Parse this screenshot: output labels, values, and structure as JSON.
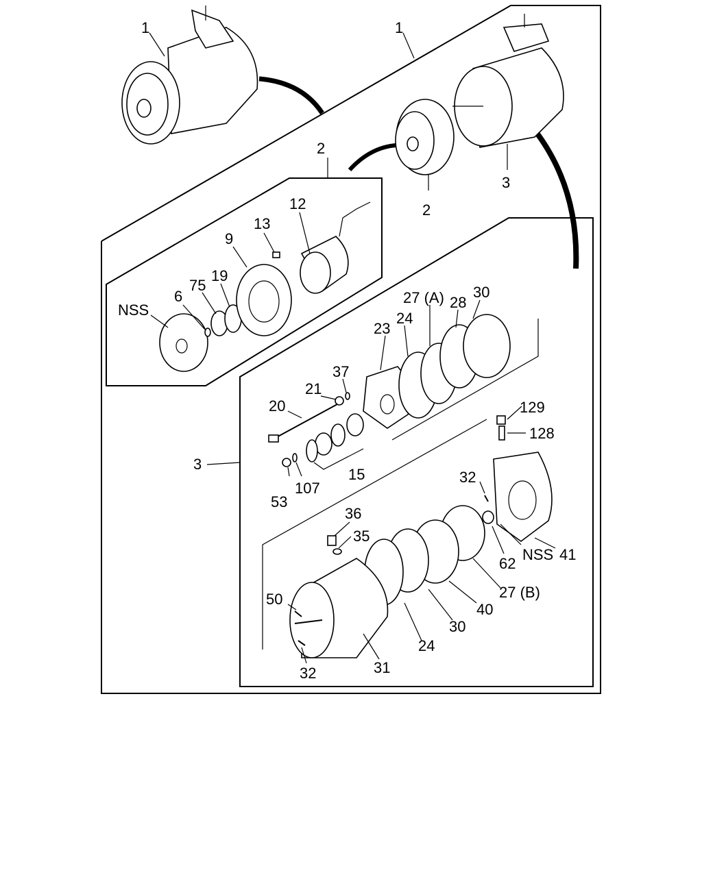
{
  "diagram": {
    "labels": {
      "assy_compressor": "1",
      "assy_compressor_top": "1",
      "clutch_assy": "2",
      "clutch_assy_mid": "2",
      "comp_body": "3",
      "comp_body_side": "3",
      "nss_front": "NSS",
      "p6": "6",
      "p75": "75",
      "p19": "19",
      "p9": "9",
      "p13": "13",
      "p12": "12",
      "p23": "23",
      "p24_top": "24",
      "p27a": "27 (A)",
      "p28": "28",
      "p30_top": "30",
      "p37": "37",
      "p21": "21",
      "p20": "20",
      "p15": "15",
      "p53": "53",
      "p107": "107",
      "p129": "129",
      "p128": "128",
      "p32_right": "32",
      "p36": "36",
      "p35": "35",
      "nss_rear": "NSS",
      "p41": "41",
      "p62": "62",
      "p27b": "27 (B)",
      "p40": "40",
      "p30_bot": "30",
      "p24_bot": "24",
      "p50": "50",
      "p31": "31",
      "p32_bot": "32"
    },
    "colors": {
      "line": "#000000",
      "background": "#ffffff"
    }
  }
}
